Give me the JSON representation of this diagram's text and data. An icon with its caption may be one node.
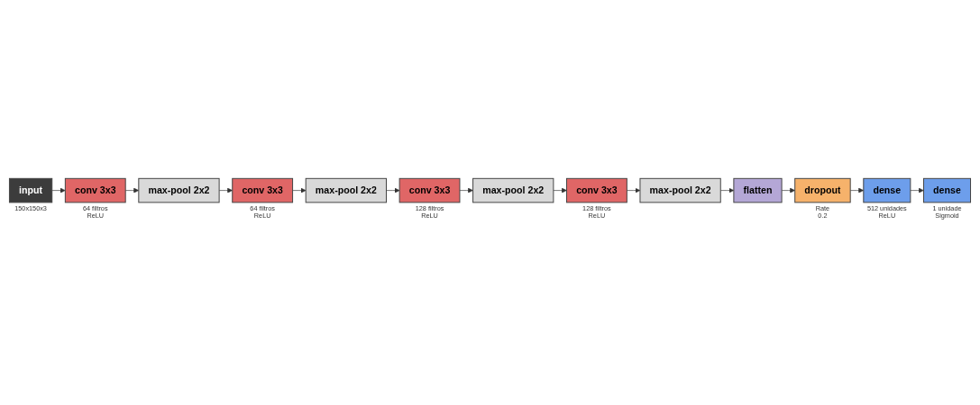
{
  "diagram": {
    "nodes": [
      {
        "text": [
          "input"
        ],
        "beside": [
          "150x150x3"
        ]
      },
      {
        "text": [
          "conv 3x3"
        ],
        "beside": [
          "64 filtros ReLU"
        ]
      },
      {
        "text": [
          "max-pool 2x2"
        ]
      },
      {
        "text": [
          "conv 3x3"
        ],
        "beside": [
          "64 filtros ReLU"
        ]
      },
      {
        "text": [
          "max-pool 2x2"
        ]
      },
      {
        "text": [
          "conv 3x3"
        ],
        "beside": [
          "128 filtros ReLU"
        ]
      },
      {
        "text": [
          "max-pool 2x2"
        ]
      },
      {
        "text": [
          "conv 3x3"
        ],
        "beside": [
          "128 filtros ReLU"
        ]
      },
      {
        "text": [
          "max-pool 2x2"
        ]
      },
      {
        "text": [
          "flatten"
        ]
      },
      {
        "text": [
          "dropout"
        ],
        "beside": [
          "Rate 0.2"
        ]
      },
      {
        "text": [
          "dense"
        ],
        "beside": [
          "512 unidades ReLU"
        ]
      },
      {
        "text": [
          "dense"
        ],
        "beside": [
          "1 unidade Sigmoid"
        ]
      }
    ],
    "edges": [
      {
        "from": 0,
        "to": 1,
        "arrow": "to"
      },
      {
        "from": 1,
        "to": 2,
        "arrow": "to"
      },
      {
        "from": 2,
        "to": 3,
        "arrow": "to"
      },
      {
        "from": 3,
        "to": 4,
        "arrow": "to"
      },
      {
        "from": 4,
        "to": 5,
        "arrow": "to"
      },
      {
        "from": 5,
        "to": 6,
        "arrow": "to"
      },
      {
        "from": 6,
        "to": 7,
        "arrow": "to"
      },
      {
        "from": 7,
        "to": 8,
        "arrow": "to"
      },
      {
        "from": 8,
        "to": 9,
        "arrow": "to"
      },
      {
        "from": 9,
        "to": 10,
        "arrow": "to"
      },
      {
        "from": 10,
        "to": 11,
        "arrow": "to"
      },
      {
        "from": 11,
        "to": 12,
        "arrow": "to"
      }
    ]
  }
}
